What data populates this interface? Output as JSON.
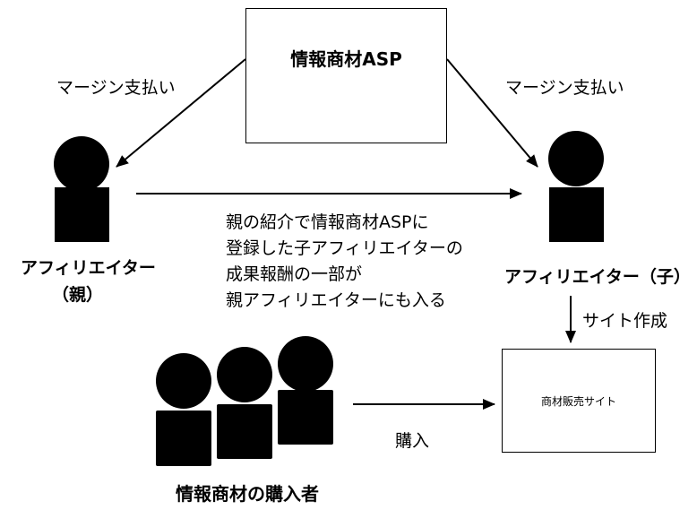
{
  "asp": {
    "title": "情報商材ASP"
  },
  "margin_left": {
    "label": "マージン支払い"
  },
  "margin_right": {
    "label": "マージン支払い"
  },
  "parent_affiliate": {
    "line1": "アフィリエイター",
    "line2": "（親）"
  },
  "child_affiliate": {
    "label": "アフィリエイター（子）"
  },
  "referral_description": {
    "lines": [
      "親の紹介で情報商材ASPに",
      "登録した子アフィリエイターの",
      "成果報酬の一部が",
      "親アフィリエイターにも入る"
    ]
  },
  "site_creation": {
    "label": "サイト作成"
  },
  "sales_site": {
    "title": "商材販売サイト"
  },
  "purchase": {
    "label": "購入"
  },
  "buyers": {
    "label": "情報商材の購入者"
  },
  "colors": {
    "ink": "#000000",
    "background": "#ffffff"
  }
}
